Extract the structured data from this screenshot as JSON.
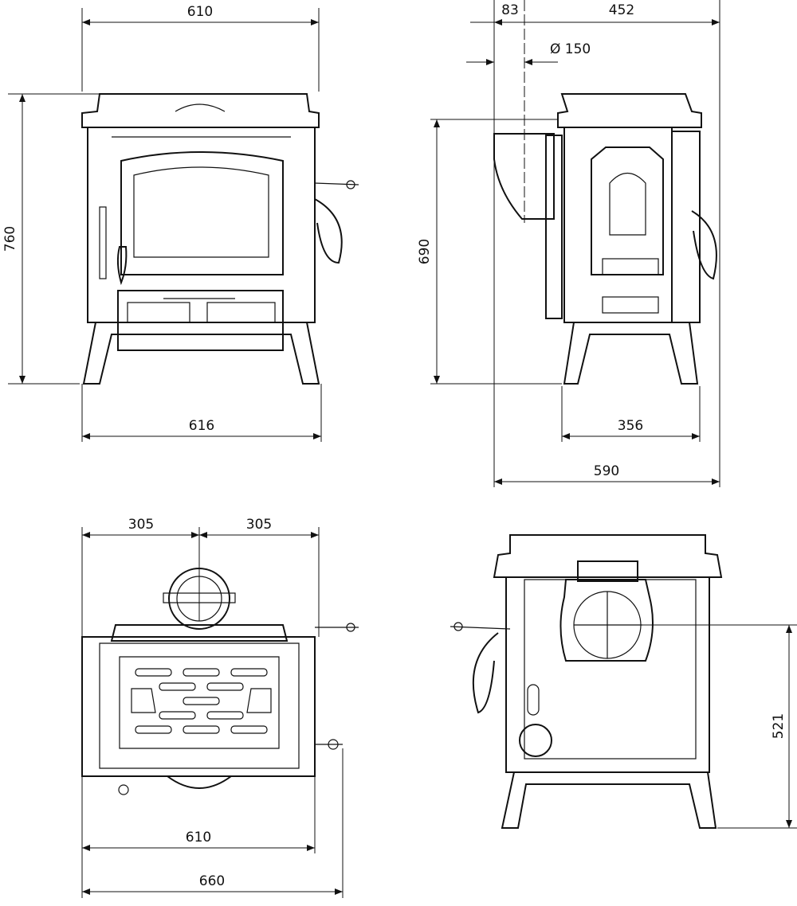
{
  "front_view": {
    "width_top": "610",
    "height": "760",
    "width_bottom": "616"
  },
  "side_view": {
    "flue_offset": "83",
    "depth_top": "452",
    "flue_diameter": "Ø 150",
    "flue_height": "690",
    "leg_depth": "356",
    "total_depth": "590"
  },
  "top_view": {
    "left_half": "305",
    "right_half": "305",
    "body_width": "610",
    "total_width": "660"
  },
  "back_view": {
    "flue_center_height": "521"
  }
}
